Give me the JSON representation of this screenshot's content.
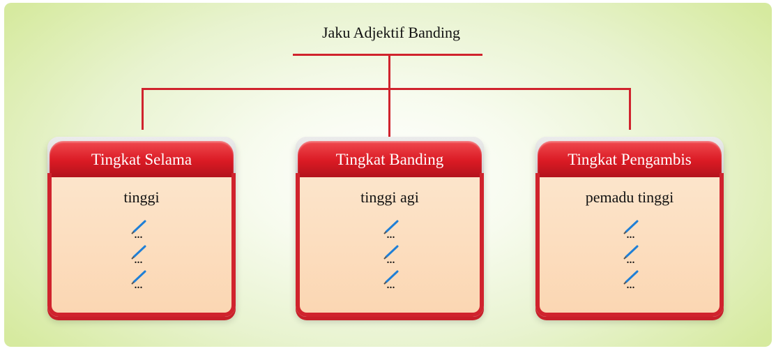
{
  "diagram": {
    "title": "Jaku Adjektif Banding",
    "boxes": [
      {
        "label": "Tingkat Selama",
        "example": "tinggi",
        "blanks": [
          "...",
          "...",
          "..."
        ]
      },
      {
        "label": "Tingkat Banding",
        "example": "tinggi agi",
        "blanks": [
          "...",
          "...",
          "..."
        ]
      },
      {
        "label": "Tingkat Pengambis",
        "example": "pemadu tinggi",
        "blanks": [
          "...",
          "...",
          "..."
        ]
      }
    ],
    "colors": {
      "accent_red": "#d0232d",
      "box_fill": "#fbd6b2",
      "background_green": "#d6ea9f",
      "pen_blue": "#1f7fd6"
    },
    "icons": {
      "blank_marker": "pen-icon"
    }
  }
}
